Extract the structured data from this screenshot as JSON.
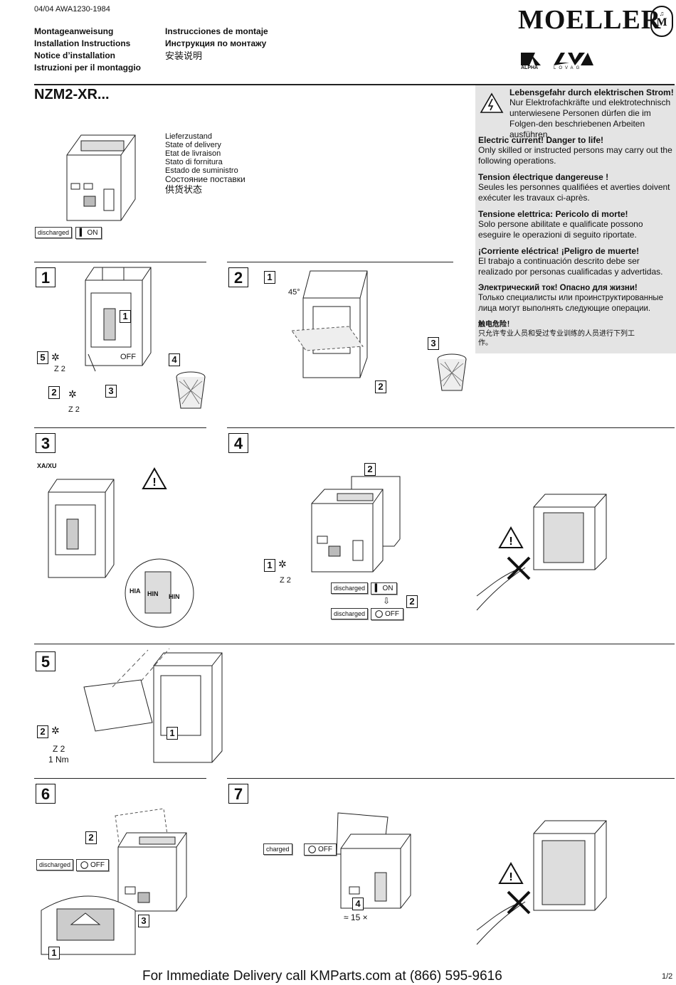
{
  "header": {
    "doc_code": "04/04 AWA1230-1984",
    "titles_left": [
      "Montageanweisung",
      "Installation Instructions",
      "Notice d’installation",
      "Istruzioni per il montaggio"
    ],
    "titles_right": [
      "Instrucciones de montaje",
      "Инструкция по монтажу",
      "安装说明"
    ],
    "brand": "MOELLER",
    "brand_mark": "M",
    "logo_alpha": "ALPHA",
    "logo_lovag": "LOVAG"
  },
  "product": {
    "title": "NZM2-XR..."
  },
  "delivery_state": {
    "lines": [
      "Lieferzustand",
      "State of delivery",
      "Etat de livraison",
      "Stato di fornitura",
      "Estado de suministro",
      "Состояние поставки",
      "供货状态"
    ],
    "badge_discharged": "discharged",
    "badge_on": "ON"
  },
  "warning": {
    "sections": [
      {
        "title": "Lebensgefahr durch elektrischen Strom!",
        "text": "Nur Elektrofachkräfte und elektrotechnisch unterwiesene Personen dürfen die im Folgen-den beschriebenen Arbeiten ausführen."
      },
      {
        "title": "Electric current! Danger to life!",
        "text": "Only skilled or instructed persons may carry out the following operations."
      },
      {
        "title": "Tension électrique dangereuse !",
        "text": "Seules les personnes qualifiées et averties doivent exécuter les travaux ci-après."
      },
      {
        "title": "Tensione elettrica: Pericolo di morte!",
        "text": "Solo persone abilitate e qualificate possono eseguire le operazioni di seguito riportate."
      },
      {
        "title": "¡Corriente eléctrica! ¡Peligro de muerte!",
        "text": "El trabajo a continuación descrito debe ser realizado por personas cualificadas y advertidas."
      },
      {
        "title": "Электрический ток! Опасно для жизни!",
        "text": "Только специалисты или проинструктированные лица могут выполнять следующие операции."
      },
      {
        "title": "触电危险！",
        "text": "只允许专业人员和受过专业训练的人员进行下列工作。"
      }
    ]
  },
  "steps": [
    {
      "num": "1",
      "labels": {
        "s1": "1",
        "off": "OFF",
        "s5": "5",
        "z2a": "Z 2",
        "s2": "2",
        "z2b": "Z 2",
        "s3": "3",
        "s4": "4"
      }
    },
    {
      "num": "2",
      "labels": {
        "s1": "1",
        "angle": "45°",
        "s3": "3",
        "s2": "2"
      }
    },
    {
      "num": "3",
      "labels": {
        "xaxu": "XA/XU",
        "hia": "HIA",
        "hin1": "HIN",
        "hin2": "HIN"
      }
    },
    {
      "num": "4",
      "labels": {
        "s2a": "2",
        "s1": "1",
        "z2": "Z 2",
        "discharged1": "discharged",
        "on": "ON",
        "s2b": "2",
        "discharged2": "discharged",
        "off": "OFF"
      }
    },
    {
      "num": "5",
      "labels": {
        "s2": "2",
        "z2": "Z 2",
        "torque": "1 Nm",
        "s1": "1"
      }
    },
    {
      "num": "6",
      "labels": {
        "s2": "2",
        "discharged": "discharged",
        "off": "OFF",
        "s3": "3",
        "s1": "1"
      }
    },
    {
      "num": "7",
      "labels": {
        "charged": "charged",
        "off": "OFF",
        "s4": "4",
        "count": "≈ 15 ×"
      }
    }
  ],
  "footer": {
    "text": "For Immediate Delivery call KMParts.com at (866) 595-9616",
    "page": "1/2"
  }
}
